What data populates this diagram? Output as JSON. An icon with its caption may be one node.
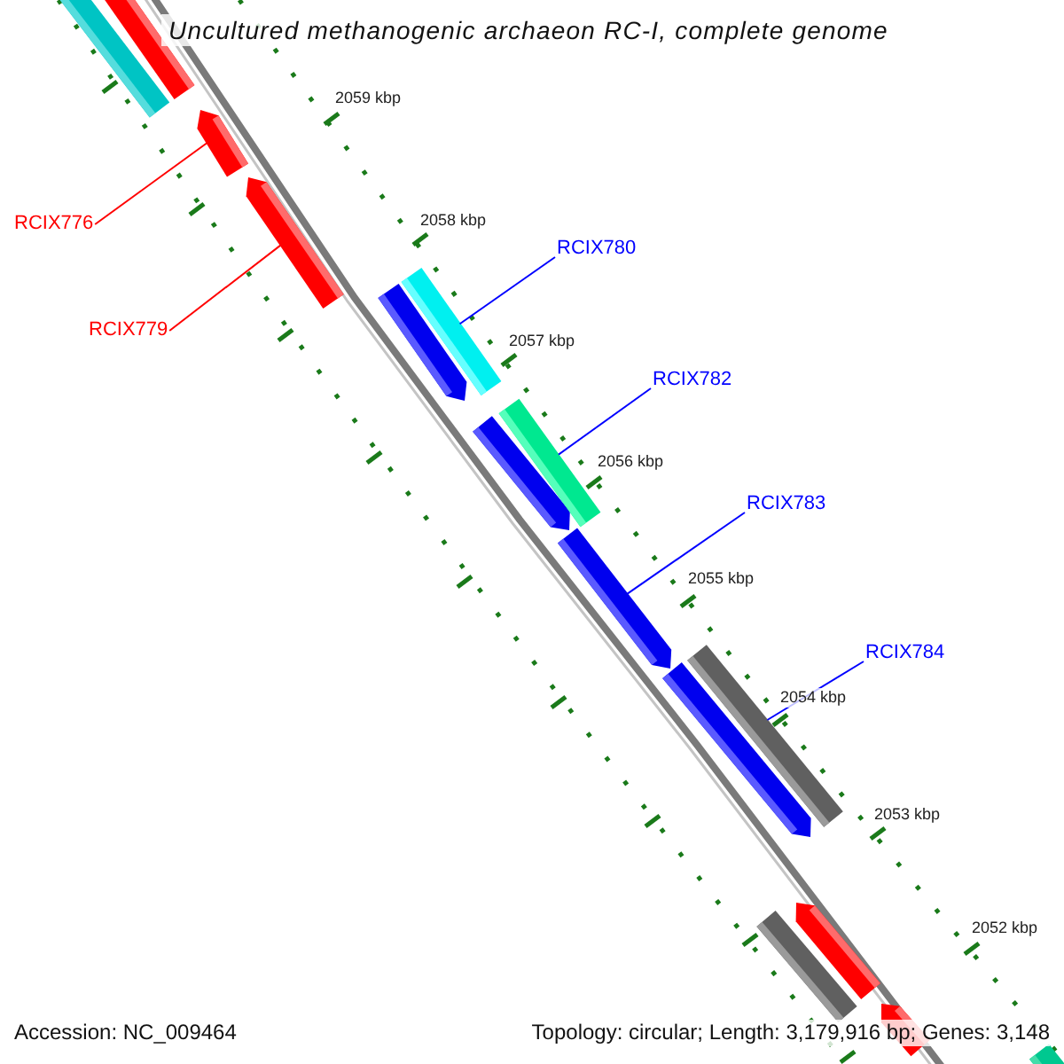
{
  "diagram": {
    "title": "Uncultured methanogenic archaeon RC-I, complete genome",
    "nodes": [
      {
        "text": [
          "RCIX776"
        ]
      },
      {
        "text": [
          "RCIX779"
        ]
      },
      {
        "text": [
          "RCIX780"
        ]
      },
      {
        "text": [
          "RCIX782"
        ]
      },
      {
        "text": [
          "RCIX783"
        ]
      },
      {
        "text": [
          "RCIX784"
        ]
      },
      {
        "text": [],
        "shape": "bar"
      },
      {
        "text": [],
        "shape": "bar"
      },
      {
        "text": [],
        "shape": "arrow"
      },
      {
        "text": [],
        "shape": "arrow"
      },
      {
        "text": [],
        "shape": "arrow"
      },
      {
        "text": [],
        "shape": "bar"
      },
      {
        "text": [],
        "shape": "arrow"
      },
      {
        "text": [],
        "shape": "bar"
      },
      {
        "text": [],
        "shape": "arrow"
      },
      {
        "text": [],
        "shape": "arrow"
      },
      {
        "text": [],
        "shape": "bar"
      },
      {
        "text": [],
        "shape": "bar"
      },
      {
        "text": [],
        "shape": "arrow"
      },
      {
        "text": [],
        "shape": "arrow"
      },
      {
        "text": [],
        "shape": "bar"
      }
    ],
    "edges": [
      {
        "from": 0,
        "to": 8,
        "arrow": "none",
        "color": "#ff0000"
      },
      {
        "from": 1,
        "to": 9,
        "arrow": "none",
        "color": "#ff0000"
      },
      {
        "from": 2,
        "to": 11,
        "arrow": "none"
      },
      {
        "from": 3,
        "to": 13,
        "arrow": "none"
      },
      {
        "from": 4,
        "to": 14,
        "arrow": "none"
      },
      {
        "from": 5,
        "to": 16,
        "arrow": "none"
      }
    ],
    "labels": [
      "2059 kbp",
      "2058 kbp",
      "2057 kbp",
      "2056 kbp",
      "2055 kbp",
      "2054 kbp",
      "2053 kbp",
      "2052 kbp",
      "Accession: NC_009464",
      "Topology: circular; Length: 3,179,916 bp; Genes: 3,148"
    ]
  }
}
